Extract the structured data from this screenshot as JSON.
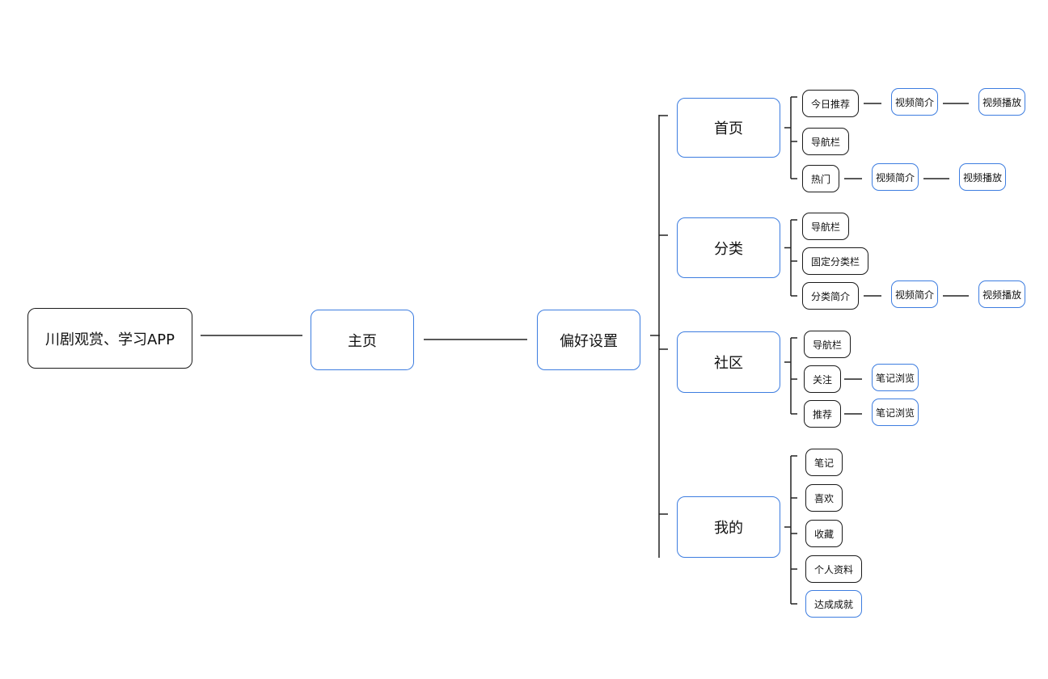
{
  "root": {
    "label": "川剧观赏、学习APP"
  },
  "level1": {
    "label": "主页"
  },
  "level2": {
    "label": "偏好设置"
  },
  "sections": [
    {
      "label": "首页",
      "items": [
        {
          "label": "今日推荐",
          "chain": [
            "视频简介",
            "视频播放"
          ]
        },
        {
          "label": "导航栏",
          "chain": []
        },
        {
          "label": "热门",
          "chain": [
            "视频简介",
            "视频播放"
          ]
        }
      ]
    },
    {
      "label": "分类",
      "items": [
        {
          "label": "导航栏",
          "chain": []
        },
        {
          "label": "固定分类栏",
          "chain": []
        },
        {
          "label": "分类简介",
          "chain": [
            "视频简介",
            "视频播放"
          ]
        }
      ]
    },
    {
      "label": "社区",
      "items": [
        {
          "label": "导航栏",
          "chain": []
        },
        {
          "label": "关注",
          "chain": [
            "笔记浏览"
          ]
        },
        {
          "label": "推荐",
          "chain": [
            "笔记浏览"
          ]
        }
      ]
    },
    {
      "label": "我的",
      "items": [
        {
          "label": "笔记",
          "chain": []
        },
        {
          "label": "喜欢",
          "chain": []
        },
        {
          "label": "收藏",
          "chain": []
        },
        {
          "label": "个人资料",
          "chain": []
        },
        {
          "label": "达成成就",
          "chain": []
        }
      ]
    }
  ],
  "colors": {
    "accent": "#3d7de0",
    "ink": "#1a1a1a",
    "line": "#222222"
  }
}
